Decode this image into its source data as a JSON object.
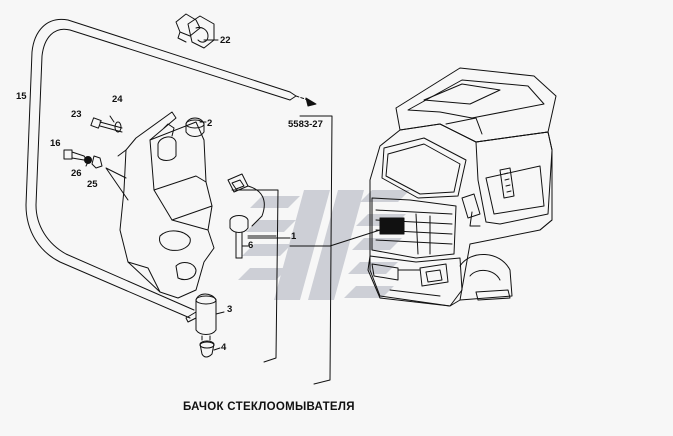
{
  "diagram": {
    "caption": "БАЧОК СТЕКЛООМЫВАТЕЛЯ",
    "reference_code": "5583-27",
    "callouts": {
      "p1": "1",
      "p2": "2",
      "p3": "3",
      "p4": "4",
      "p6": "6",
      "p15": "15",
      "p16": "16",
      "p22": "22",
      "p23": "23",
      "p24": "24",
      "p25": "25",
      "p26": "26"
    }
  },
  "colors": {
    "line": "#111111",
    "watermark": "#c9cbd3",
    "background": "#f7f7f7"
  },
  "icons": [
    "cab-illustration",
    "washer-reservoir-illustration",
    "hose-illustration",
    "pump-illustration",
    "watermark-logo"
  ]
}
